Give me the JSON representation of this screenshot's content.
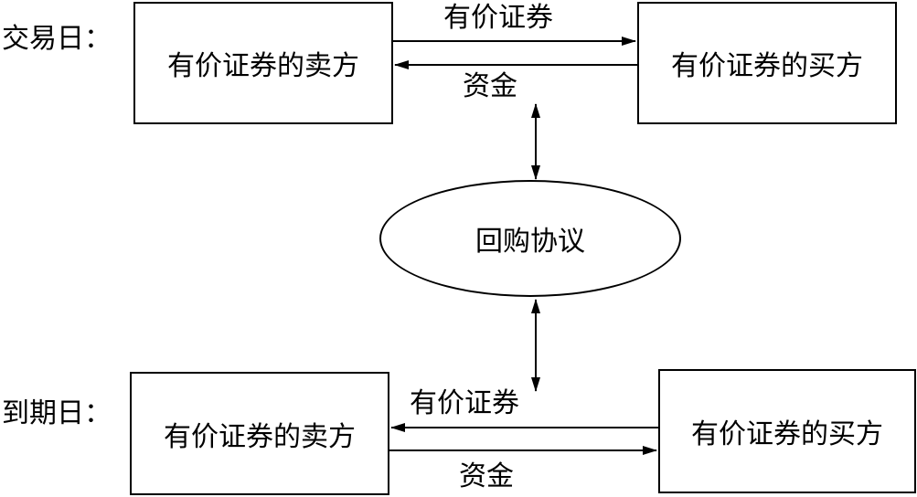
{
  "rows": {
    "trade_day": {
      "label": "交易日：",
      "seller": "有价证券的卖方",
      "buyer": "有价证券的买方",
      "arrow_top_label": "有价证券",
      "arrow_bottom_label": "资金"
    },
    "maturity_day": {
      "label": "到期日：",
      "seller": "有价证券的卖方",
      "buyer": "有价证券的买方",
      "arrow_top_label": "有价证券",
      "arrow_bottom_label": "资金"
    }
  },
  "center": {
    "label": "回购协议"
  }
}
